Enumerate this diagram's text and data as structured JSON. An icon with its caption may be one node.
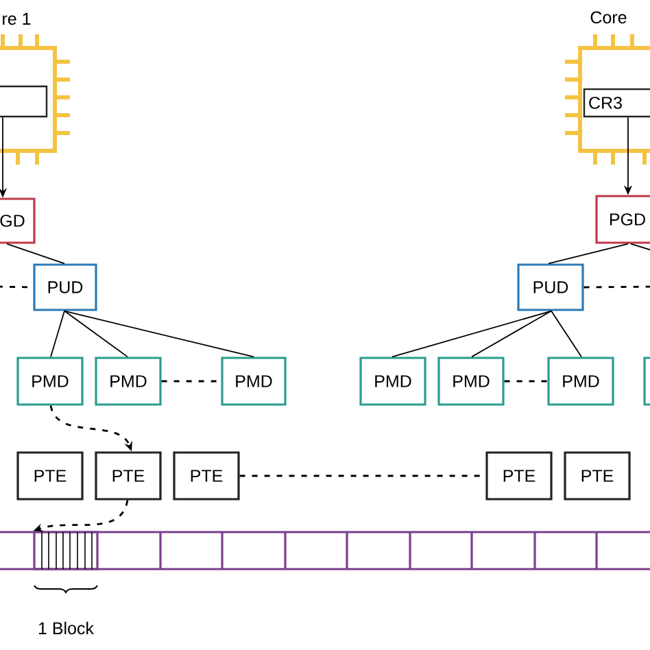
{
  "diagram": {
    "nodes": [
      {
        "text": [
          "re 1"
        ]
      },
      {
        "text": [],
        "shape": "box",
        "in": 0
      },
      {
        "text": [
          "GD"
        ]
      },
      {
        "text": [
          "PUD"
        ]
      },
      {
        "text": [
          "PMD"
        ]
      },
      {
        "text": [
          "PMD"
        ]
      },
      {
        "text": [
          "PMD"
        ]
      },
      {
        "text": [
          "Core"
        ]
      },
      {
        "text": [
          "CR3"
        ],
        "in": 7
      },
      {
        "text": [
          "PGD"
        ]
      },
      {
        "text": [
          "PUD"
        ]
      },
      {
        "text": [
          "PMD"
        ]
      },
      {
        "text": [
          "PMD"
        ]
      },
      {
        "text": [
          "PMD"
        ]
      },
      {
        "text": [],
        "shape": "box"
      },
      {
        "text": [
          "PTE"
        ]
      },
      {
        "text": [
          "PTE"
        ]
      },
      {
        "text": [
          "PTE"
        ]
      },
      {
        "text": [
          "PTE"
        ]
      },
      {
        "text": [
          "PTE"
        ]
      },
      {
        "text": [],
        "shape": "box"
      }
    ],
    "edges": [
      {
        "from": 1,
        "to": 2,
        "arrow": "to"
      },
      {
        "from": 2,
        "to": 3,
        "arrow": "none"
      },
      {
        "from": null,
        "to": 3,
        "arrow": "none",
        "style": "dashed"
      },
      {
        "from": 3,
        "to": 4,
        "arrow": "none"
      },
      {
        "from": 3,
        "to": 5,
        "arrow": "none"
      },
      {
        "from": 3,
        "to": 6,
        "arrow": "none"
      },
      {
        "from": 5,
        "to": 6,
        "arrow": "none",
        "style": "dashed"
      },
      {
        "from": 8,
        "to": 9,
        "arrow": "to"
      },
      {
        "from": 9,
        "to": 10,
        "arrow": "none"
      },
      {
        "from": 9,
        "to": null,
        "arrow": "none"
      },
      {
        "from": 10,
        "to": null,
        "arrow": "none",
        "style": "dashed"
      },
      {
        "from": 10,
        "to": 11,
        "arrow": "none"
      },
      {
        "from": 10,
        "to": 12,
        "arrow": "none"
      },
      {
        "from": 10,
        "to": 13,
        "arrow": "none"
      },
      {
        "from": 12,
        "to": 13,
        "arrow": "none",
        "style": "dashed"
      },
      {
        "from": 4,
        "to": 16,
        "arrow": "to",
        "style": "dashed"
      },
      {
        "from": 16,
        "to": 20,
        "arrow": "to",
        "style": "dashed"
      },
      {
        "from": 17,
        "to": 18,
        "arrow": "none",
        "style": "dashed"
      }
    ],
    "labels": [
      "1 Block"
    ]
  }
}
